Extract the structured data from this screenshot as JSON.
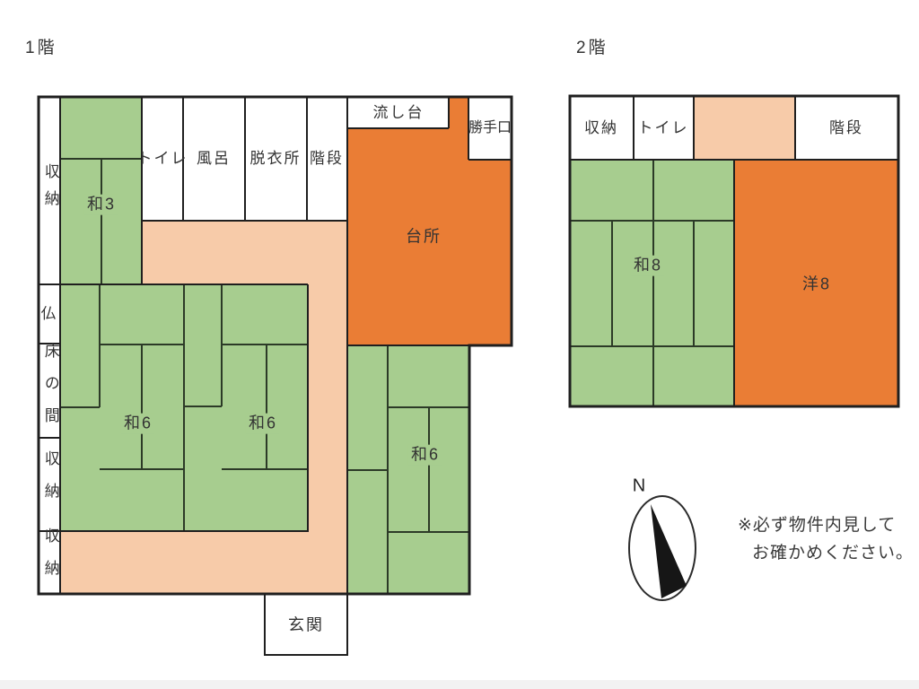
{
  "palette": {
    "green": "#a7cd8f",
    "peach": "#f7cba9",
    "orange": "#ea7d35",
    "wall": "#1f1f1f",
    "tatami": "#2c3a27",
    "ink": "#333333",
    "footer": "#f2f2f2"
  },
  "floor1": {
    "title": "1階",
    "labels": {
      "storage_top": "収納",
      "butsu": "仏",
      "tokonoma": "床の間",
      "storage_mid": "収納",
      "storage_bottom": "収納",
      "wa3": "和3",
      "toilet": "トイレ",
      "bath": "風呂",
      "dressing": "脱衣所",
      "stairs": "階段",
      "sink": "流し台",
      "backdoor": "勝手口",
      "kitchen": "台所",
      "wa6_left": "和6",
      "wa6_right": "和6",
      "wa6_entrance": "和6",
      "entrance": "玄関"
    }
  },
  "floor2": {
    "title": "2階",
    "labels": {
      "storage": "収納",
      "toilet": "トイレ",
      "stairs": "階段",
      "wa8": "和8",
      "yo8": "洋8"
    }
  },
  "compass": {
    "north": "N"
  },
  "note": {
    "line1": "※必ず物件内見して",
    "line2": "お確かめください。"
  }
}
